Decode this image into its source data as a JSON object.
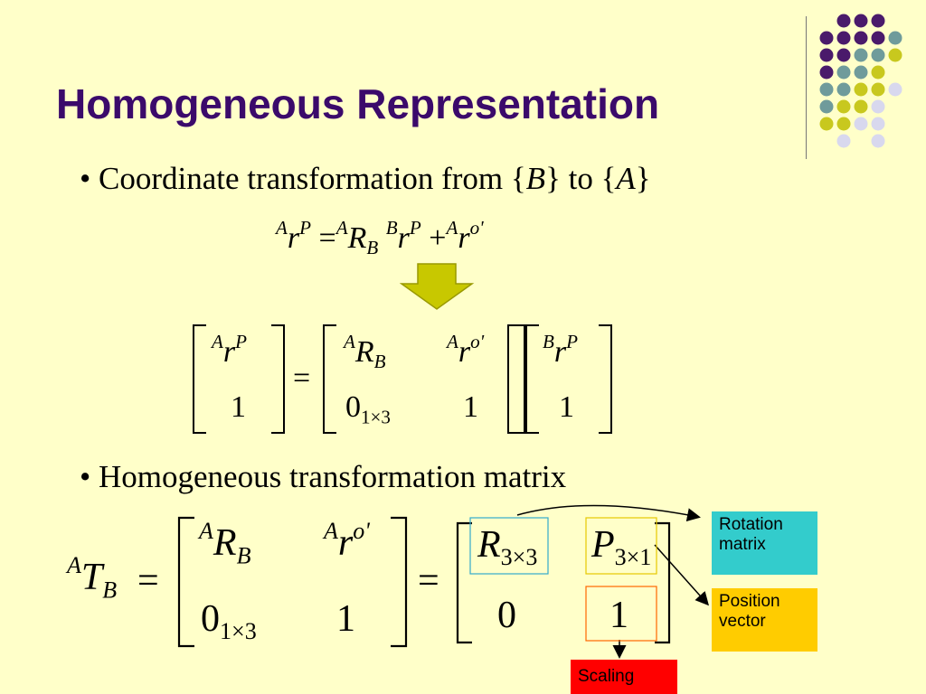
{
  "title": "Homogeneous Representation",
  "bullet1": {
    "text": "• Coordinate transformation from {",
    "var1": "B",
    "mid": "} to {",
    "var2": "A",
    "end": "}"
  },
  "bullet2": {
    "text": "• Homogeneous transformation matrix"
  },
  "callouts": {
    "rotation": "Rotation matrix",
    "position": "Position vector",
    "scaling": "Scaling"
  },
  "colors": {
    "title": "#3b0a6b",
    "background": "#ffffc9",
    "dot_purple": "#4a1a6b",
    "dot_teal": "#6f9b9b",
    "dot_olive": "#c8c81e",
    "dot_lavender": "#d8d8ee",
    "arrow_fill": "#c8c800",
    "rotation_box": "#33cccc",
    "position_box": "#ffcc00",
    "scaling_box": "#ff0000"
  },
  "icons": {
    "dots": "decorative-dot-grid",
    "down_arrow": "down-arrow-icon"
  }
}
